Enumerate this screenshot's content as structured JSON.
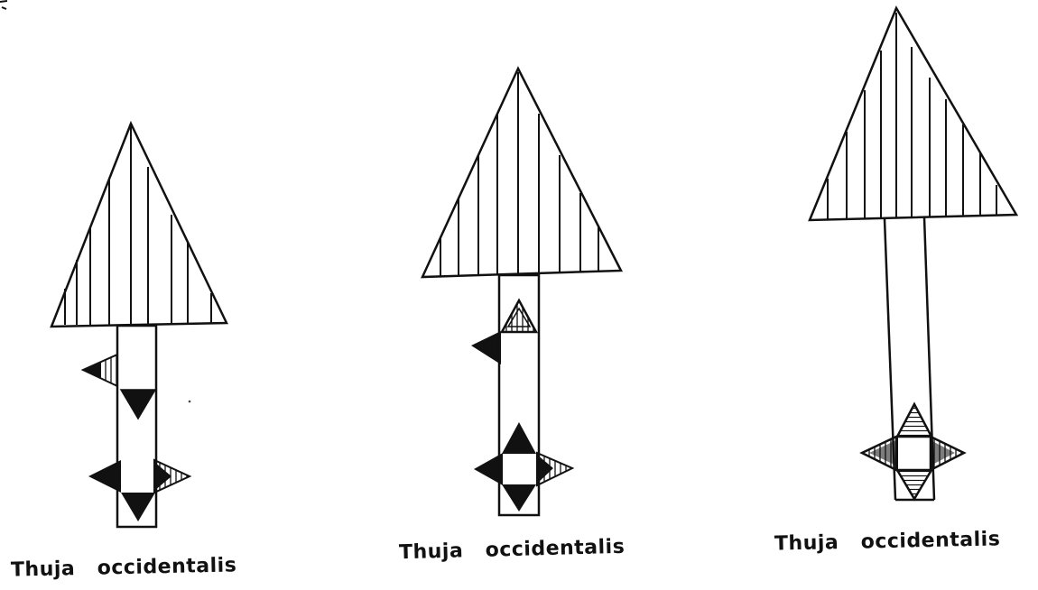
{
  "figures": [
    {
      "label": "Thuja   occidentalis"
    },
    {
      "label": "Thuja   occidentalis"
    },
    {
      "label": "Thuja   occidentalis"
    }
  ],
  "colors": {
    "ink": "#111111",
    "background": "#ffffff"
  }
}
